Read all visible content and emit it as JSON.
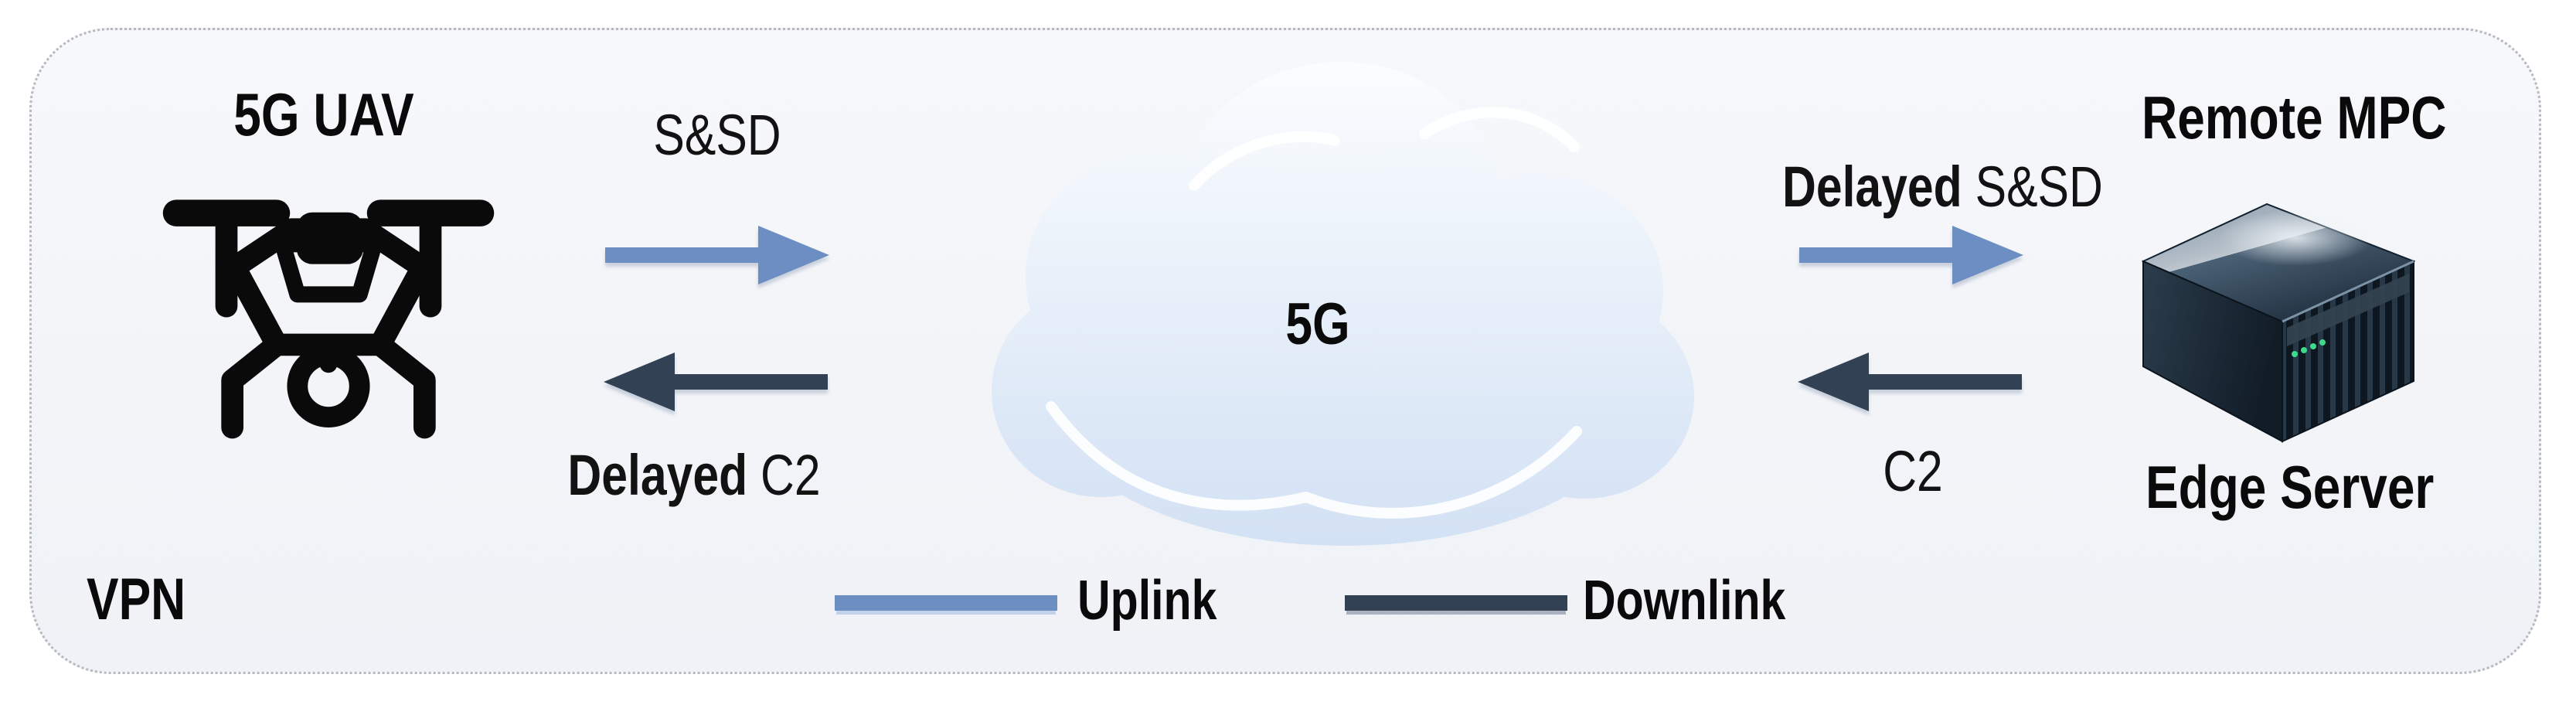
{
  "figure": {
    "vpn_label": "VPN"
  },
  "nodes": {
    "uav": {
      "title": "5G UAV",
      "icon": "drone-icon"
    },
    "cloud": {
      "label": "5G",
      "icon": "cloud-icon"
    },
    "edge_server": {
      "title": "Remote MPC",
      "caption": "Edge Server",
      "icon": "server-rack-image"
    }
  },
  "flows": {
    "uav_to_cloud": {
      "label": "S&SD",
      "direction": "uplink"
    },
    "cloud_to_uav": {
      "bold": "Delayed",
      "rest": " C2",
      "direction": "downlink"
    },
    "cloud_to_server": {
      "bold": "Delayed",
      "rest": " S&SD",
      "direction": "uplink"
    },
    "server_to_cloud": {
      "label": "C2",
      "direction": "downlink"
    }
  },
  "legend": {
    "uplink_label": "Uplink",
    "downlink_label": "Downlink"
  },
  "theme": {
    "uplink_color": "#6d8ec3",
    "downlink_color": "#334155",
    "panel_fill": "#f2f4f8",
    "panel_border": "#b7b9be",
    "cloud_top": "#fafcfe",
    "cloud_bottom": "#d2e1f4",
    "icon_stroke": "#0a0a0a"
  }
}
